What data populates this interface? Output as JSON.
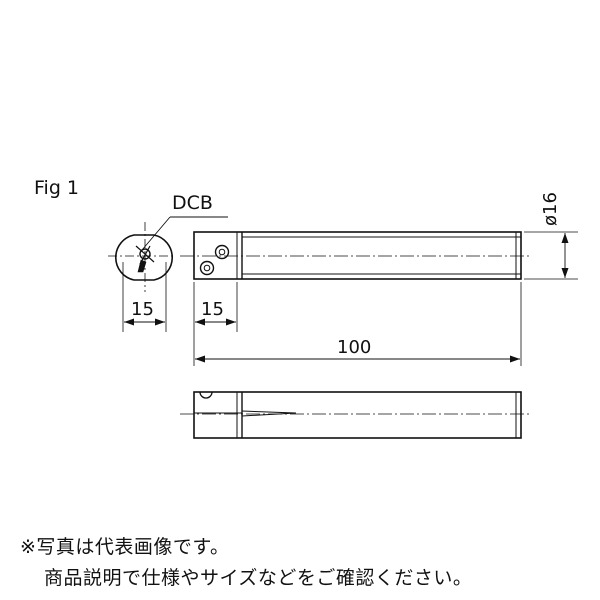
{
  "figure": {
    "label": "Fig 1",
    "dcb_label": "DCB",
    "diameter_label": "ø16",
    "end_view_width": "15",
    "clamp_length": "15",
    "overall_length": "100"
  },
  "notes": {
    "line1": "※写真は代表画像です。",
    "line2": "商品説明で仕様やサイズなどをご確認ください。"
  },
  "colors": {
    "line": "#111111",
    "background": "#ffffff"
  }
}
